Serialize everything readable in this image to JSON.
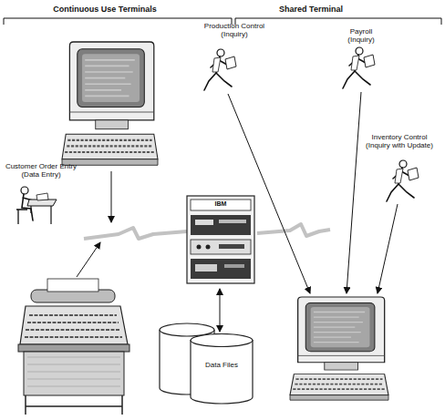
{
  "diagram": {
    "nodes": [
      {
        "text": [
          "Data Files"
        ]
      }
    ],
    "labels": [
      "Continuous Use Terminals",
      "Shared Terminal",
      "Production Control (Inquiry)",
      "Payroll (Inquiry)",
      "Inventory Control (Inquiry with Update)",
      "Customer Order Entry (Data Entry)",
      "IBM"
    ]
  }
}
